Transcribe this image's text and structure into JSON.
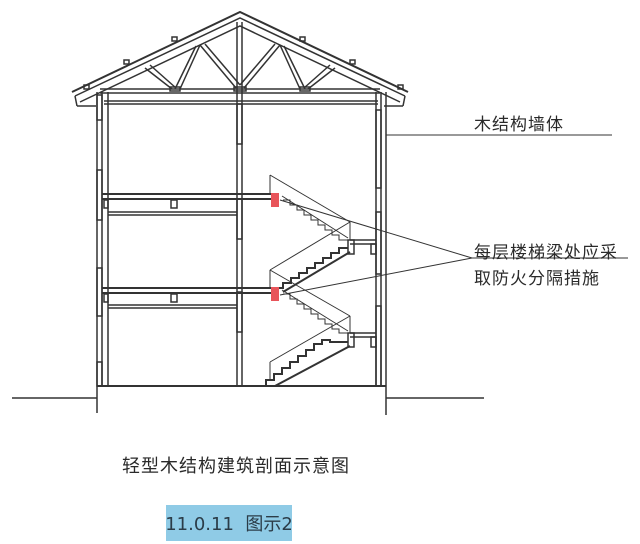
{
  "diagram": {
    "type": "architectural-section",
    "subject": "light wood-frame building cross-section",
    "floors": 3,
    "stair_flights": 2,
    "fire_barrier_color": "#e8545a",
    "line_color": "#333333"
  },
  "labels": {
    "wall": "木结构墙体",
    "note_line1": "每层楼梯梁处应采",
    "note_line2": "取防火分隔措施"
  },
  "caption": {
    "title": "轻型木结构建筑剖面示意图",
    "figure_number": "11.0.11  图示2",
    "box_color": "#8fcbe6"
  }
}
